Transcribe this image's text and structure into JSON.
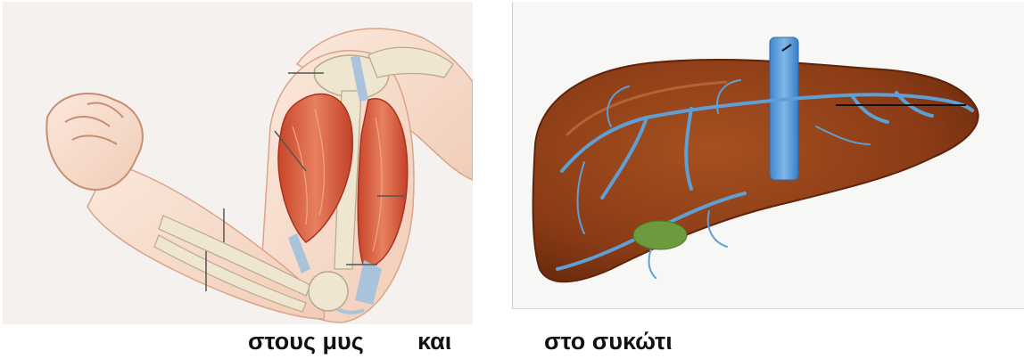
{
  "captions": {
    "left": "στους μυς",
    "middle": "και",
    "right": "στο συκώτι"
  },
  "images": [
    {
      "name": "arm-muscle-illustration"
    },
    {
      "name": "liver-illustration"
    }
  ],
  "colors": {
    "skin": "#f6dccb",
    "muscle": "#d9593a",
    "tendon": "#a9c4da",
    "bone": "#efe6d2",
    "liver": "#8a3b16",
    "vessel": "#5f9fd4",
    "gallbladder": "#6c9a3c"
  }
}
